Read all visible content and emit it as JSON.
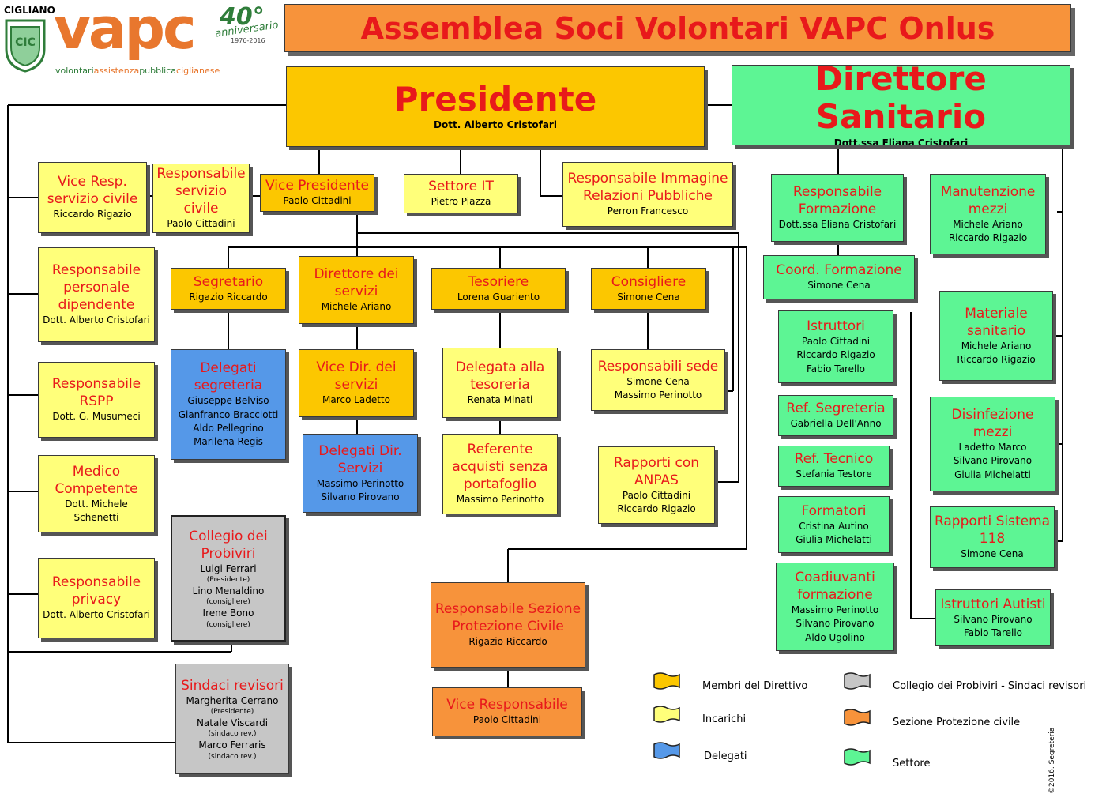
{
  "logo": {
    "town": "CIGLIANO",
    "shield": "CIC",
    "brand": "vapc",
    "tagline": [
      "volontari",
      "assistenza",
      "pubblica",
      "ciglianese"
    ],
    "anniversary": "40°",
    "anniversary_word": "anniversario",
    "years": "1976-2016"
  },
  "header": {
    "title": "Assemblea Soci Volontari VAPC Onlus"
  },
  "presidente": {
    "title": "Presidente",
    "name": "Dott. Alberto Cristofari"
  },
  "direttore": {
    "title": "Direttore Sanitario",
    "name": "Dott.ssa Eliana Cristofari"
  },
  "left_col": [
    {
      "title": "Vice Resp. servizio civile",
      "name": "Riccardo Rigazio"
    },
    {
      "title": "Responsabile personale dipendente",
      "name": "Dott. Alberto Cristofari"
    },
    {
      "title": "Responsabile RSPP",
      "name": "Dott. G. Musumeci"
    },
    {
      "title": "Medico Competente",
      "name": "Dott. Michele Schenetti"
    },
    {
      "title": "Responsabile privacy",
      "name": "Dott. Alberto Cristofari"
    }
  ],
  "resp_servizio_civile": {
    "title": "Responsabile servizio civile",
    "name": "Paolo Cittadini"
  },
  "vice_presidente": {
    "title": "Vice Presidente",
    "name": "Paolo Cittadini"
  },
  "settore_it": {
    "title": "Settore IT",
    "name": "Pietro Piazza"
  },
  "immagine": {
    "title": "Responsabile Immagine Relazioni Pubbliche",
    "name": "Perron Francesco"
  },
  "segretario": {
    "title": "Segretario",
    "name": "Rigazio Riccardo"
  },
  "direttore_servizi": {
    "title": "Direttore dei servizi",
    "name": "Michele Ariano"
  },
  "tesoriere": {
    "title": "Tesoriere",
    "name": "Lorena Guariento"
  },
  "consigliere": {
    "title": "Consigliere",
    "name": "Simone Cena"
  },
  "delegati_segreteria": {
    "title": "Delegati segreteria",
    "names": [
      "Giuseppe Belviso",
      "Gianfranco Bracciotti",
      "Aldo Pellegrino",
      "Marilena Regis"
    ]
  },
  "vice_dir_servizi": {
    "title": "Vice Dir. dei servizi",
    "name": "Marco Ladetto"
  },
  "delegata_tesoreria": {
    "title": "Delegata alla tesoreria",
    "name": "Renata Minati"
  },
  "resp_sede": {
    "title": "Responsabili sede",
    "names": [
      "Simone Cena",
      "Massimo Perinotto"
    ]
  },
  "delegati_dir": {
    "title": "Delegati Dir. Servizi",
    "names": [
      "Massimo Perinotto",
      "Silvano Pirovano"
    ]
  },
  "referente_acquisti": {
    "title": "Referente acquisti senza portafoglio",
    "name": "Massimo Perinotto"
  },
  "anpas": {
    "title": "Rapporti con ANPAS",
    "names": [
      "Paolo Cittadini",
      "Riccardo Rigazio"
    ]
  },
  "probiviri": {
    "title": "Collegio dei Probiviri",
    "members": [
      {
        "name": "Luigi Ferrari",
        "role": "(Presidente)"
      },
      {
        "name": "Lino Menaldino",
        "role": "(consigliere)"
      },
      {
        "name": "Irene Bono",
        "role": "(consigliere)"
      }
    ]
  },
  "sindaci": {
    "title": "Sindaci revisori",
    "members": [
      {
        "name": "Margherita Cerrano",
        "role": "(Presidente)"
      },
      {
        "name": "Natale Viscardi",
        "role": "(sindaco rev.)"
      },
      {
        "name": "Marco Ferraris",
        "role": "(sindaco rev.)"
      }
    ]
  },
  "protezione": {
    "title": "Responsabile Sezione Protezione Civile",
    "name": "Rigazio Riccardo"
  },
  "vice_responsabile": {
    "title": "Vice Responsabile",
    "name": "Paolo Cittadini"
  },
  "resp_formazione": {
    "title": "Responsabile Formazione",
    "name": "Dott.ssa Eliana Cristofari"
  },
  "coord_formazione": {
    "title": "Coord. Formazione",
    "name": "Simone Cena"
  },
  "istruttori": {
    "title": "Istruttori",
    "names": [
      "Paolo Cittadini",
      "Riccardo Rigazio",
      "Fabio Tarello"
    ]
  },
  "ref_segreteria": {
    "title": "Ref. Segreteria",
    "name": "Gabriella Dell'Anno"
  },
  "ref_tecnico": {
    "title": "Ref. Tecnico",
    "name": "Stefania Testore"
  },
  "formatori": {
    "title": "Formatori",
    "names": [
      "Cristina Autino",
      "Giulia Michelatti"
    ]
  },
  "coadiuvanti": {
    "title": "Coadiuvanti formazione",
    "names": [
      "Massimo Perinotto",
      "Silvano Pirovano",
      "Aldo Ugolino"
    ]
  },
  "manutenzione": {
    "title": "Manutenzione mezzi",
    "names": [
      "Michele Ariano",
      "Riccardo Rigazio"
    ]
  },
  "materiale": {
    "title": "Materiale sanitario",
    "names": [
      "Michele Ariano",
      "Riccardo Rigazio"
    ]
  },
  "disinfezione": {
    "title": "Disinfezione mezzi",
    "names": [
      "Ladetto Marco",
      "Silvano Pirovano",
      "Giulia Michelatti"
    ]
  },
  "sistema118": {
    "title": "Rapporti Sistema 118",
    "name": "Simone Cena"
  },
  "istruttori_autisti": {
    "title": "Istruttori Autisti",
    "names": [
      "Silvano Pirovano",
      "Fabio Tarello"
    ]
  },
  "legend": {
    "direttivo": "Membri del Direttivo",
    "incarichi": "Incarichi",
    "delegati": "Delegati",
    "probiviri": "Collegio dei Probiviri - Sindaci revisori",
    "protezione": "Sezione Protezione  civile",
    "settore": "Settore"
  },
  "colors": {
    "direttivo": "#fcc700",
    "incarichi": "#ffff7a",
    "delegati": "#5598e8",
    "probiviri": "#c6c6c6",
    "protezione": "#f7933b",
    "settore": "#5df594",
    "title_red": "#e8191b",
    "logo_orange": "#e8772e",
    "logo_green": "#2f7d3a"
  },
  "copyright": "©2016. Segreteria"
}
